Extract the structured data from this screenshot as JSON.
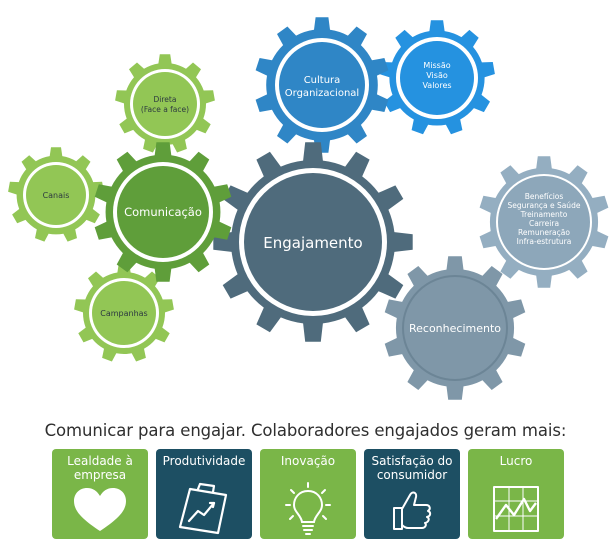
{
  "diagram": {
    "center": "Engajamento",
    "comunicacao": "Comunicação",
    "direta_line1": "Direta",
    "direta_line2": "(Face a face)",
    "canais": "Canais",
    "campanhas": "Campanhas",
    "cultura_line1": "Cultura",
    "cultura_line2": "Organizacional",
    "missao_line1": "Missão",
    "missao_line2": "Visão",
    "missao_line3": "Valores",
    "beneficios_line1": "Benefícios",
    "beneficios_line2": "Segurança e Saúde",
    "beneficios_line3": "Treinamento",
    "beneficios_line4": "Carreira",
    "beneficios_line5": "Remuneração",
    "beneficios_line6": "Infra-estrutura",
    "reconhecimento": "Reconhecimento"
  },
  "tagline": "Comunicar para engajar. Colaboradores engajados geram mais:",
  "tiles": [
    {
      "title": "Lealdade à empresa",
      "color": "#7ab648",
      "icon": "heart-icon"
    },
    {
      "title": "Produtividade",
      "color": "#1d4f63",
      "icon": "clipboard-chart-icon"
    },
    {
      "title": "Inovação",
      "color": "#7ab648",
      "icon": "lightbulb-icon"
    },
    {
      "title": "Satisfação do consumidor",
      "color": "#1d4f63",
      "icon": "thumbs-up-icon"
    },
    {
      "title": "Lucro",
      "color": "#7ab648",
      "icon": "line-chart-icon"
    }
  ],
  "colors": {
    "dark_green": "#5f9e3a",
    "light_green": "#92c655",
    "slate": "#4f6b7c",
    "grey_blue": "#7f97a8",
    "light_grey_blue": "#94aec1",
    "blue": "#2f86c6",
    "bright_blue": "#2592e0"
  }
}
